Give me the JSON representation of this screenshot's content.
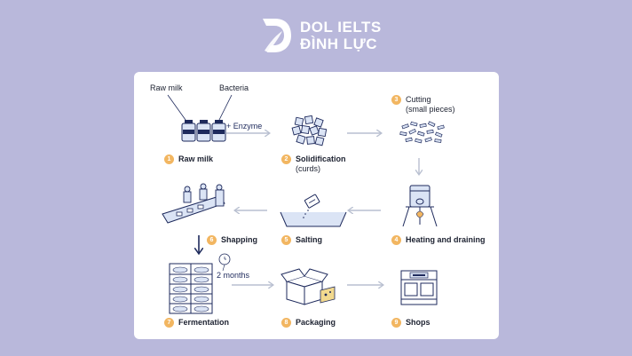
{
  "brand": {
    "line1": "DOL IELTS",
    "line2": "ĐÌNH LỰC"
  },
  "labels": {
    "raw_milk_top": "Raw milk",
    "bacteria_top": "Bacteria",
    "enzyme": "+ Enzyme",
    "duration": "2 months"
  },
  "steps": [
    {
      "num": "1",
      "label": "Raw milk"
    },
    {
      "num": "2",
      "label": "Solidification",
      "sub": "(curds)"
    },
    {
      "num": "3",
      "label": "Cutting",
      "sub": "(small pieces)"
    },
    {
      "num": "4",
      "label": "Heating and draining"
    },
    {
      "num": "5",
      "label": "Salting"
    },
    {
      "num": "6",
      "label": "Shapping"
    },
    {
      "num": "7",
      "label": "Fermentation"
    },
    {
      "num": "8",
      "label": "Packaging"
    },
    {
      "num": "9",
      "label": "Shops"
    }
  ],
  "colors": {
    "background": "#b9b8db",
    "card": "#ffffff",
    "step_badge": "#f2b661",
    "ink": "#1e2a5c",
    "fill": "#dbe4f5",
    "arrow": "#b8bfd0"
  }
}
